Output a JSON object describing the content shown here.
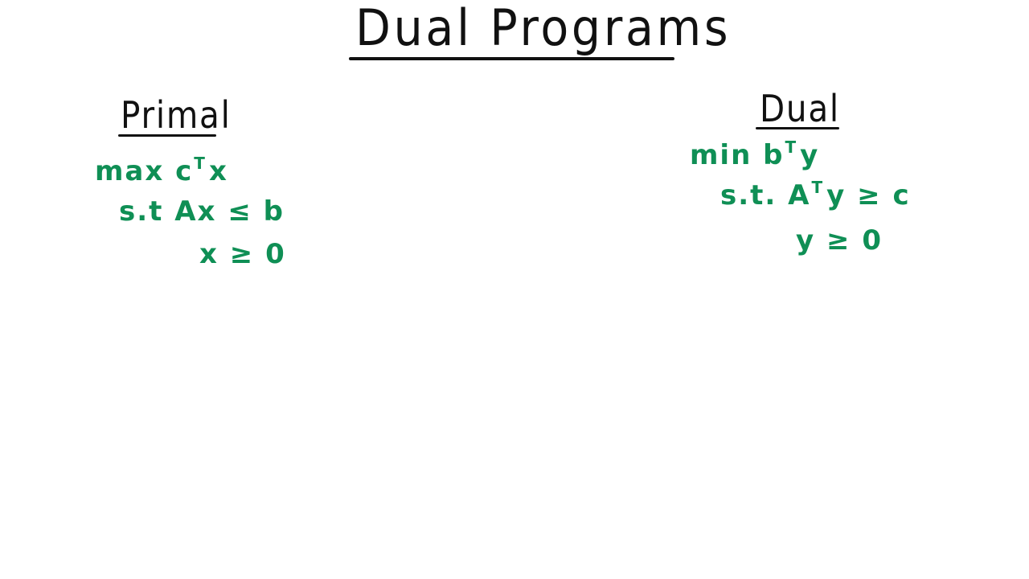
{
  "title": "Dual Programs",
  "colors": {
    "heading_ink": "#111111",
    "math_ink": "#0f8f55",
    "background": "#ffffff"
  },
  "primal": {
    "heading": "Primal",
    "objective": {
      "prefix": "max c",
      "sup": "T",
      "suffix": "x"
    },
    "constraint_1": "s.t  Ax ≤ b",
    "constraint_2": "x ≥ 0"
  },
  "dual": {
    "heading": "Dual",
    "objective": {
      "prefix": "min  b",
      "sup": "T",
      "suffix": "y"
    },
    "constraint_1": {
      "prefix": "s.t.  A",
      "sup": "T",
      "suffix": "y ≥ c"
    },
    "constraint_2": "y ≥ 0"
  }
}
